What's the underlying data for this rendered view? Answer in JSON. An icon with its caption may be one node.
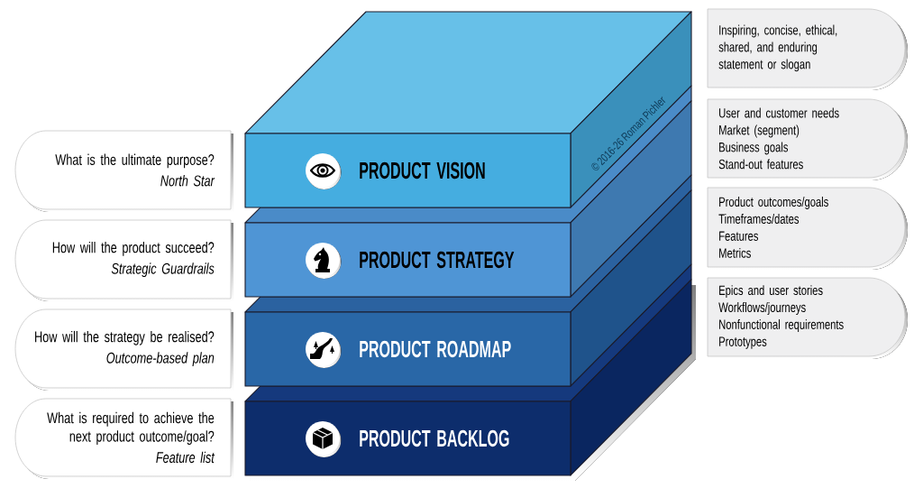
{
  "diagram": {
    "nodes": [
      {
        "text": [
          "PRODUCT VISION"
        ]
      },
      {
        "text": [
          "PRODUCT STRATEGY"
        ]
      },
      {
        "text": [
          "PRODUCT ROADMAP"
        ]
      },
      {
        "text": [
          "PRODUCT BACKLOG"
        ]
      },
      {
        "text": [
          "What is the ultimate purpose?",
          "North Star"
        ]
      },
      {
        "text": [
          "How will the product succeed?",
          "Strategic Guardrails"
        ]
      },
      {
        "text": [
          "How will the strategy be realised?",
          "Outcome-based plan"
        ]
      },
      {
        "text": [
          "What is required to achieve the next product outcome/goal?",
          "Feature list"
        ]
      },
      {
        "text": [
          "Inspiring, concise, ethical, shared, and enduring statement or slogan"
        ]
      },
      {
        "text": [
          "User and customer needs",
          "Market (segment)",
          "Business goals",
          "Stand-out features"
        ]
      },
      {
        "text": [
          "Product outcomes/goals",
          "Timeframes/dates",
          "Features",
          "Metrics"
        ]
      },
      {
        "text": [
          "Epics and user stories",
          "Workflows/journeys",
          "Nonfunctional requirements",
          "Prototypes"
        ]
      }
    ],
    "labels": [
      "© 2016-26 Roman Pichler"
    ]
  }
}
